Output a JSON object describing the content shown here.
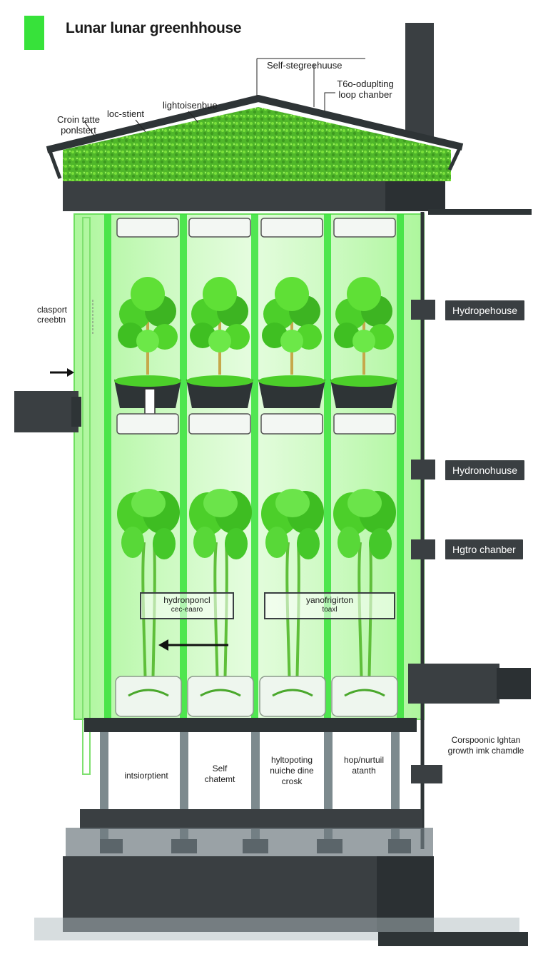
{
  "title": "Lunar lunar greenhhouse",
  "colors": {
    "accent": "#37e23a",
    "frame": "#3a3f42",
    "glass": "#b8f5a8",
    "foliage": "#4ccf2a",
    "dark": "#2e3436"
  },
  "top_labels": {
    "crop": [
      "Croin tatte",
      "ponlstert"
    ],
    "loc": "loc-stient",
    "light": "lightoisenbue",
    "self": "Self-stegreehuuse",
    "loop": [
      "T6o-oduplting",
      "loop chanber"
    ]
  },
  "left_labels": {
    "clasport": [
      "clasport",
      "creebtn"
    ]
  },
  "right_labels": [
    "Hydropehouse",
    "Hydronohuuse",
    "Hgtro chanber"
  ],
  "right_bottom_label": [
    "Corspoonic lghtan",
    "growth imk chamdle"
  ],
  "callouts": [
    {
      "line1": "hydronponcl",
      "line2": "cec-eaaro"
    },
    {
      "line1": "yanofrigirton",
      "line2": "toaxl"
    }
  ],
  "base_labels": [
    [
      "intsiorptient"
    ],
    [
      "Self",
      "chatemt"
    ],
    [
      "hyltopoting",
      "nuiche dine",
      "crosk"
    ],
    [
      "hop/nurtuil",
      "atanth"
    ]
  ],
  "icons": [
    "arrow-right-icon",
    "arrow-left-icon"
  ]
}
